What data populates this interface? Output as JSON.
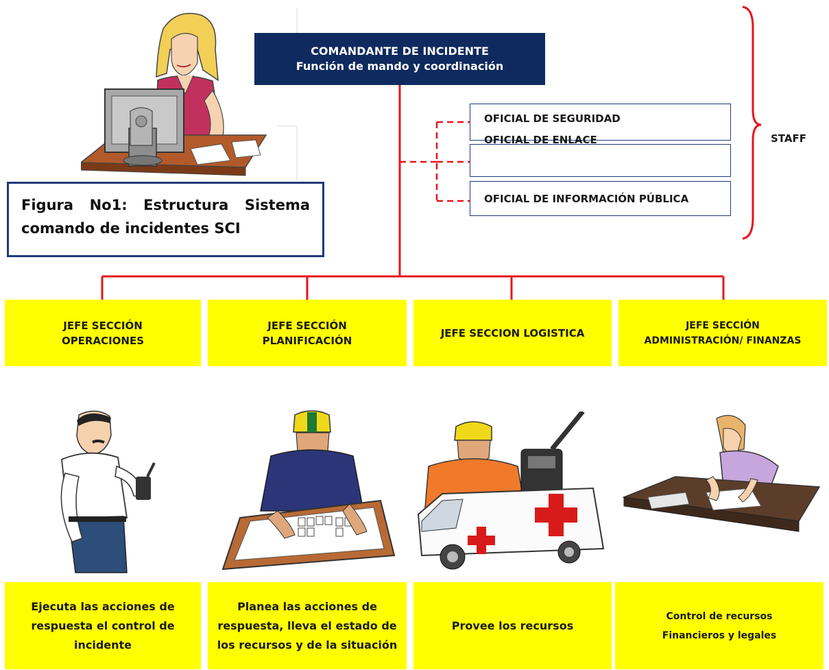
{
  "commander": {
    "title": "COMANDANTE DE INCIDENTE",
    "subtitle": "Función de mando y coordinación"
  },
  "staff": {
    "label": "STAFF",
    "officers": [
      "OFICIAL DE SEGURIDAD",
      "OFICIAL DE ENLACE",
      "OFICIAL DE INFORMACIÓN PÚBLICA"
    ]
  },
  "caption": "Figura No1: Estructura Sistema comando de incidentes SCI",
  "sections": [
    {
      "title": "JEFE SECCIÓN OPERACIONES",
      "description": "Ejecuta las acciones de respuesta el control de incidente"
    },
    {
      "title": "JEFE SECCIÓN PLANIFICACIÓN",
      "description": "Planea las acciones de respuesta, lleva el estado de los recursos y de la situación"
    },
    {
      "title": "JEFE SECCION LOGISTICA",
      "description": "Provee los recursos"
    },
    {
      "title": "JEFE SECCIÓN ADMINISTRACIÓN/ FINANZAS",
      "description": "Control de recursos Financieros y legales"
    }
  ],
  "colors": {
    "connector": "#e8141b",
    "commander_bg": "#0f2a5e",
    "box_border": "#1f3a7a",
    "section_bg": "#ffff00"
  },
  "icons": [
    "woman-at-computer-icon",
    "radio-man-icon",
    "planner-worker-icon",
    "ambulance-logistics-icon",
    "accountant-woman-icon"
  ]
}
